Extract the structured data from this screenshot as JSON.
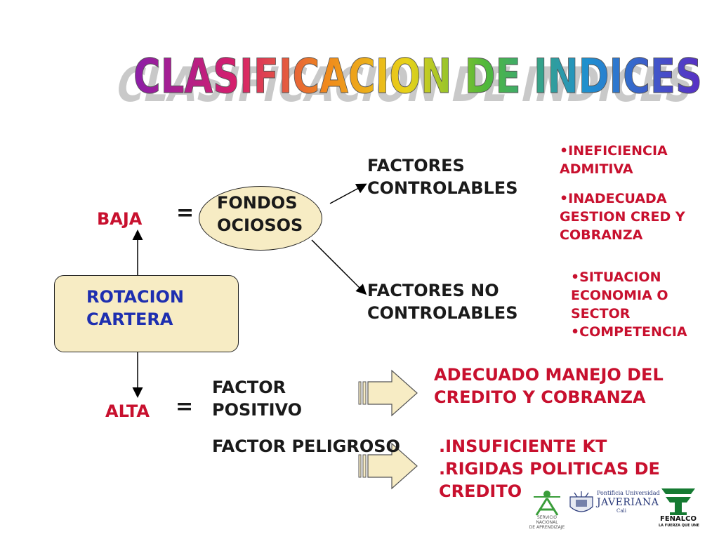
{
  "title": "CLASIFICACION DE INDICES",
  "colors": {
    "red": "#c8102e",
    "shape_fill": "#f7ecc4",
    "title_gradient": [
      "#8b1fa8",
      "#d61f6b",
      "#f08a1c",
      "#e8d21a",
      "#4fb83a",
      "#1f8fd1",
      "#5a2ec4"
    ]
  },
  "central_node": {
    "line1": "ROTACION",
    "line2": "CARTERA"
  },
  "baja": {
    "label": "BAJA",
    "equals": "="
  },
  "alta": {
    "label": "ALTA",
    "equals": "="
  },
  "fondos_ociosos": {
    "line1": "FONDOS",
    "line2": "OCIOSOS"
  },
  "factores_controlables": {
    "line1": "FACTORES",
    "line2": "CONTROLABLES"
  },
  "factores_no_controlables": {
    "line1": "FACTORES NO",
    "line2": "CONTROLABLES"
  },
  "controlables_items": [
    {
      "line1": "•INEFICIENCIA",
      "line2": "ADMITIVA"
    },
    {
      "line1": "•INADECUADA",
      "line2": "GESTION CRED Y",
      "line3": "COBRANZA"
    }
  ],
  "no_controlables_items": {
    "line1": "•SITUACION",
    "line2": "ECONOMIA O",
    "line3": "SECTOR",
    "line4": "•COMPETENCIA"
  },
  "factor_positivo": {
    "line1": "FACTOR",
    "line2": "POSITIVO"
  },
  "positivo_result": {
    "line1": "ADECUADO MANEJO DEL",
    "line2": "CREDITO Y COBRANZA"
  },
  "factor_peligroso": "FACTOR PELIGROSO",
  "peligroso_result": {
    "line1": ".INSUFICIENTE KT",
    "line2": ".RIGIDAS POLITICAS DE",
    "line3": "CREDITO"
  },
  "logos": {
    "sena": {
      "name": "SENA",
      "caption1": "SERVICIO NACIONAL",
      "caption2": "DE APRENDIZAJE"
    },
    "javeriana": {
      "line1": "Pontificia Universidad",
      "line2": "JAVERIANA",
      "line3": "Cali"
    },
    "fenalco": {
      "name": "FENALCO",
      "caption": "LA FUERZA QUE UNE"
    }
  }
}
